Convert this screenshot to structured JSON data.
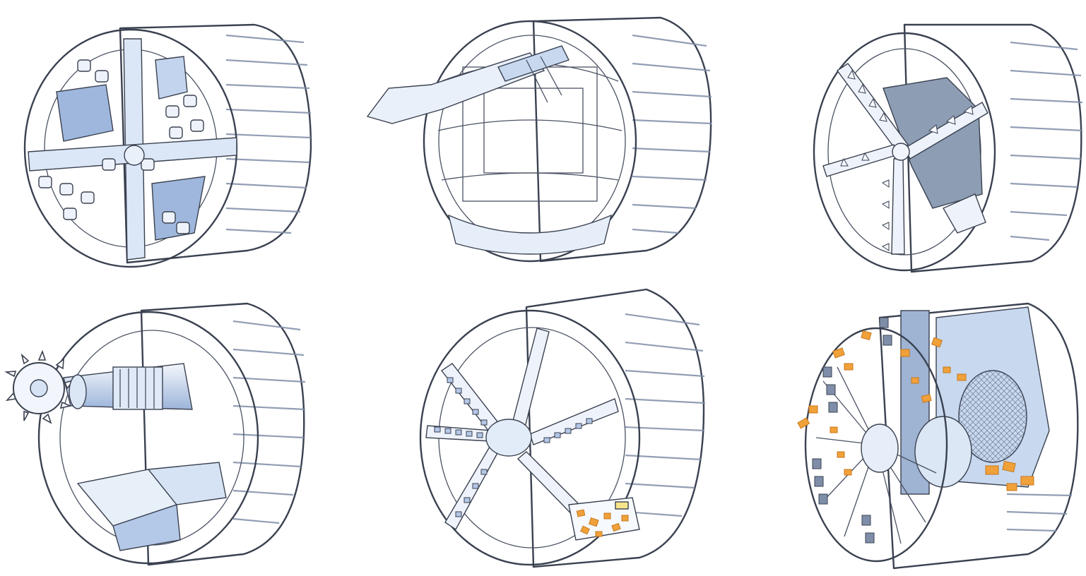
{
  "figure": {
    "machines": [
      {
        "id": "open-face-roadheader-shield",
        "kind": "cutterhead-disc-cutters"
      },
      {
        "id": "open-shield-backhoe",
        "kind": "open-face-arm"
      },
      {
        "id": "slurry-shield-cutter-spokes",
        "kind": "spoked-cutterhead"
      },
      {
        "id": "partial-face-boom-cutter",
        "kind": "boom-rotary-head"
      },
      {
        "id": "epb-spoked-wheel",
        "kind": "spoked-wheel-with-muck"
      },
      {
        "id": "mixshield-cutaway",
        "kind": "cutaway-with-spoil"
      }
    ]
  },
  "colors": {
    "steel_light": "#e4eefb",
    "steel_mid": "#b9d0ee",
    "steel_dark": "#7f98c2",
    "outline": "#3a4150",
    "spoil": "#f0a13a",
    "spoil_dark": "#c9781c",
    "background": "#ffffff"
  }
}
